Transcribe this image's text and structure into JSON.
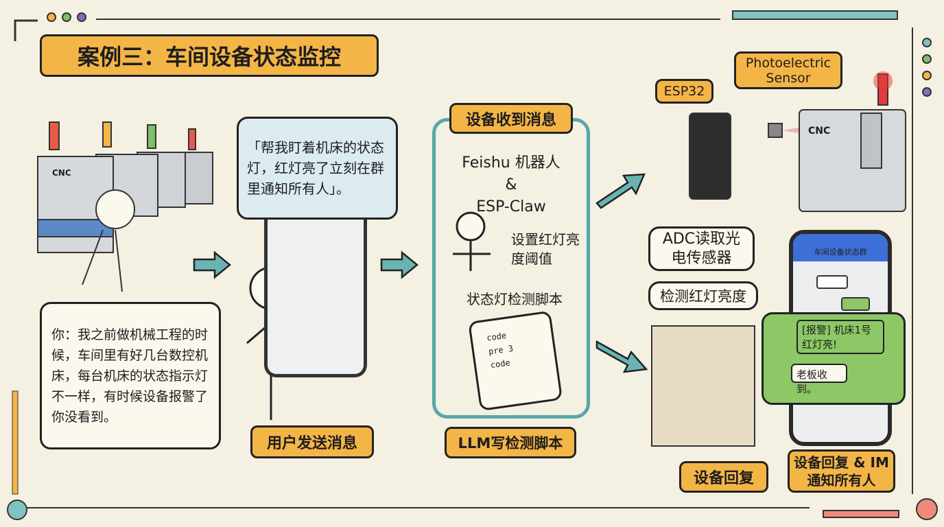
{
  "title": "案例三：车间设备状态监控",
  "left": {
    "machine_label": "CNC",
    "user_story": "你：我之前做机械工程的时候，车间里有好几台数控机床，每台机床的状态指示灯不一样，有时候设备报警了你没看到。"
  },
  "step1": {
    "request": "「帮我盯着机床的状态灯，红灯亮了立刻在群里通知所有人」。",
    "label": "用户发送消息"
  },
  "step2": {
    "header": "设备收到消息",
    "line1": "Feishu 机器人",
    "line2": "&",
    "line3": "ESP-Claw",
    "thought": "设置红灯亮度阈值",
    "script_label": "状态灯检测脚本",
    "code_lines": [
      "code",
      "pre 3",
      "code"
    ],
    "label": "LLM写检测脚本"
  },
  "step3": {
    "esp32": "ESP32",
    "sensor": "Photoelectric Sensor",
    "machine_label": "CNC",
    "adc": "ADC读取光电传感器",
    "detect": "检测红灯亮度",
    "label": "设备回复"
  },
  "step4": {
    "group_name": "车间设备状态群",
    "alert": "[报警] 机床1号红灯亮!",
    "reply": "老板收到。",
    "label": "设备回复 & IM通知所有人"
  },
  "colors": {
    "accent_orange": "#f4b547",
    "teal": "#5aa7a8",
    "chat_green": "#8cc866",
    "alert_red": "#e33b3b",
    "im_blue": "#3d6fd8"
  }
}
